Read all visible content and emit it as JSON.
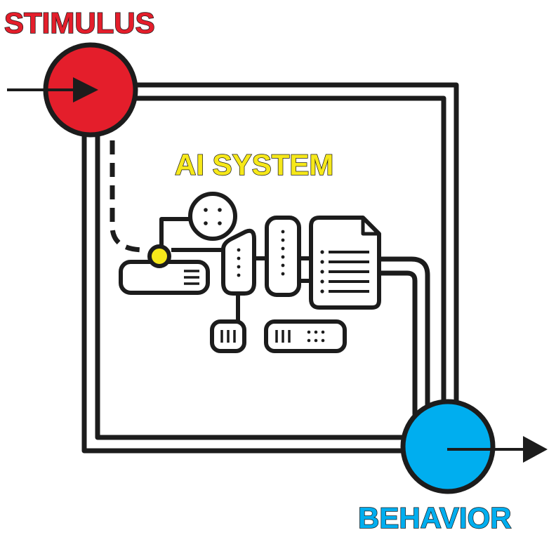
{
  "labels": {
    "stimulus": "STIMULUS",
    "system": "AI SYSTEM",
    "behavior": "BEHAVIOR"
  },
  "colors": {
    "stimulus": "#e41e2b",
    "system": "#f6e81a",
    "behavior": "#00aeef",
    "line": "#1c1c1c"
  },
  "icons": {
    "input_arrow": "arrow-right-icon",
    "output_arrow": "arrow-right-icon",
    "document": "document-icon",
    "server": "server-icon"
  }
}
